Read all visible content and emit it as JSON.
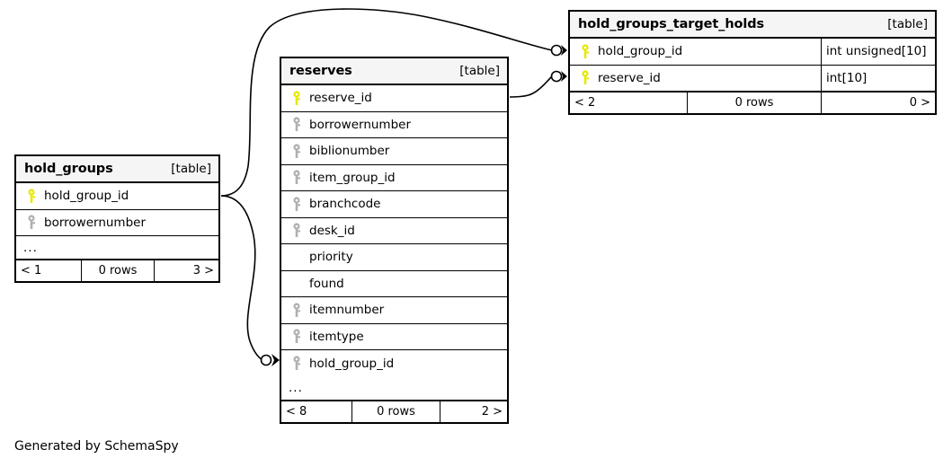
{
  "diagram": {
    "type": "entity-relationship-diagram",
    "generator_caption": "Generated by SchemaSpy",
    "table_tag": "[table]",
    "ellipsis": "..."
  },
  "tables": {
    "hold_groups": {
      "name": "hold_groups",
      "tag": "[table]",
      "columns": [
        {
          "name": "hold_group_id",
          "key": "primary"
        },
        {
          "name": "borrowernumber",
          "key": "foreign"
        }
      ],
      "more": "...",
      "footer": {
        "left": "< 1",
        "middle": "0 rows",
        "right": "3 >"
      }
    },
    "reserves": {
      "name": "reserves",
      "tag": "[table]",
      "columns": [
        {
          "name": "reserve_id",
          "key": "primary"
        },
        {
          "name": "borrowernumber",
          "key": "foreign"
        },
        {
          "name": "biblionumber",
          "key": "foreign"
        },
        {
          "name": "item_group_id",
          "key": "foreign"
        },
        {
          "name": "branchcode",
          "key": "foreign"
        },
        {
          "name": "desk_id",
          "key": "foreign"
        },
        {
          "name": "priority",
          "key": "none"
        },
        {
          "name": "found",
          "key": "none"
        },
        {
          "name": "itemnumber",
          "key": "foreign"
        },
        {
          "name": "itemtype",
          "key": "foreign"
        },
        {
          "name": "hold_group_id",
          "key": "foreign"
        }
      ],
      "more": "...",
      "footer": {
        "left": "< 8",
        "middle": "0 rows",
        "right": "2 >"
      }
    },
    "hold_groups_target_holds": {
      "name": "hold_groups_target_holds",
      "tag": "[table]",
      "columns": [
        {
          "name": "hold_group_id",
          "key": "primary",
          "type": "int unsigned[10]"
        },
        {
          "name": "reserve_id",
          "key": "primary",
          "type": "int[10]"
        }
      ],
      "footer": {
        "left": "< 2",
        "middle": "0 rows",
        "right": "0 >"
      }
    }
  },
  "relationships": [
    {
      "from_table": "hold_groups",
      "from_column": "hold_group_id",
      "to_table": "hold_groups_target_holds",
      "to_column": "hold_group_id"
    },
    {
      "from_table": "reserves",
      "from_column": "reserve_id",
      "to_table": "hold_groups_target_holds",
      "to_column": "reserve_id"
    },
    {
      "from_table": "hold_groups",
      "from_column": "hold_group_id",
      "to_table": "reserves",
      "to_column": "hold_group_id"
    }
  ],
  "colors": {
    "primary_key": "#e8e80a",
    "foreign_key": "#b0b0b0",
    "border": "#000000",
    "header_bg": "#f5f5f5",
    "background": "#ffffff"
  }
}
